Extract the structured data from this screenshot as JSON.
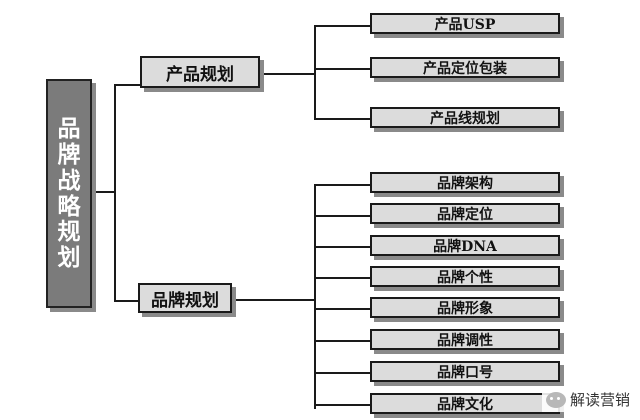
{
  "root": {
    "label": "品牌战略规划"
  },
  "branches": [
    {
      "label": "产品规划",
      "children": [
        "产品USP",
        "产品定位包装",
        "产品线规划"
      ]
    },
    {
      "label": "品牌规划",
      "children": [
        "品牌架构",
        "品牌定位",
        "品牌DNA",
        "品牌个性",
        "品牌形象",
        "品牌调性",
        "品牌口号",
        "品牌文化"
      ]
    }
  ],
  "watermark": {
    "text": "解读营销",
    "icon": "wechat-icon"
  }
}
